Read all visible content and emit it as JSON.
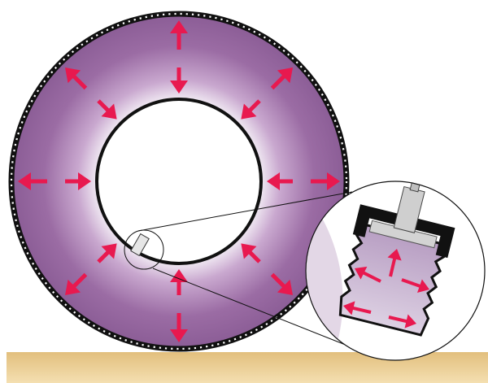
{
  "figure": {
    "title": "",
    "elements": [
      "tire",
      "rim",
      "pressure-arrows",
      "valve-stem",
      "valve-magnifier",
      "ground"
    ],
    "colors": {
      "tire_fill": "#9a6ba3",
      "tire_edge": "#c79fcb",
      "tire_outline": "#111111",
      "arrow": "#e8194f",
      "ground": "#e8c98a",
      "valve_body": "#b9a0c3",
      "valve_cap": "#c8c8c8"
    },
    "icons": {
      "pressure_arrow": "red-arrow-icon",
      "valve": "valve-icon"
    }
  }
}
